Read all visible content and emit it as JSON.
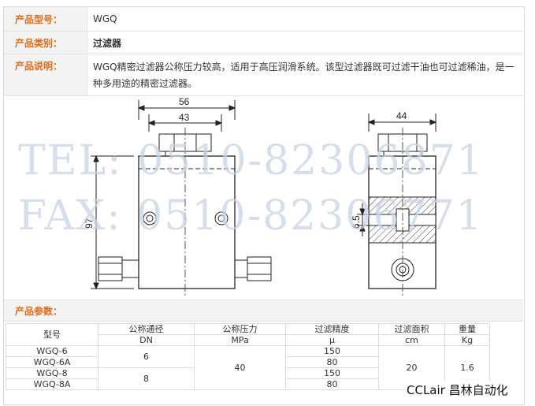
{
  "info": {
    "model_label": "产品型号：",
    "model_value": "WGQ",
    "category_label": "产品类别：",
    "category_value": "过滤器",
    "desc_label": "产品说明：",
    "desc_value": "WGQ精密过滤器公称压力较高，适用于高压润滑系统。该型过滤器既可过滤干油也可过滤稀油，是一种多用途的精密过滤器。"
  },
  "drawing": {
    "dim_56": "56",
    "dim_43": "43",
    "dim_97": "97",
    "dim_44": "44",
    "dim_6_5": "6.5"
  },
  "watermark": {
    "tel": "TEL: 0510-82306871",
    "fax": "FAX: 0510-82306771"
  },
  "params": {
    "label": "产品参数：",
    "headers": [
      "型号",
      "公称通径",
      "公称压力",
      "过滤精度",
      "过滤面积",
      "重量"
    ],
    "units": [
      "DN",
      "MPa",
      "μ",
      "cm",
      "Kg"
    ],
    "models": [
      "WGQ-6",
      "WGQ-6A",
      "WGQ-8",
      "WGQ-8A"
    ],
    "dn": [
      "6",
      "8"
    ],
    "pressure": "40",
    "precision": [
      "150",
      "80",
      "150",
      "80"
    ],
    "area": "20",
    "weight": "1.6"
  },
  "brand": "CCLair 昌林自动化"
}
